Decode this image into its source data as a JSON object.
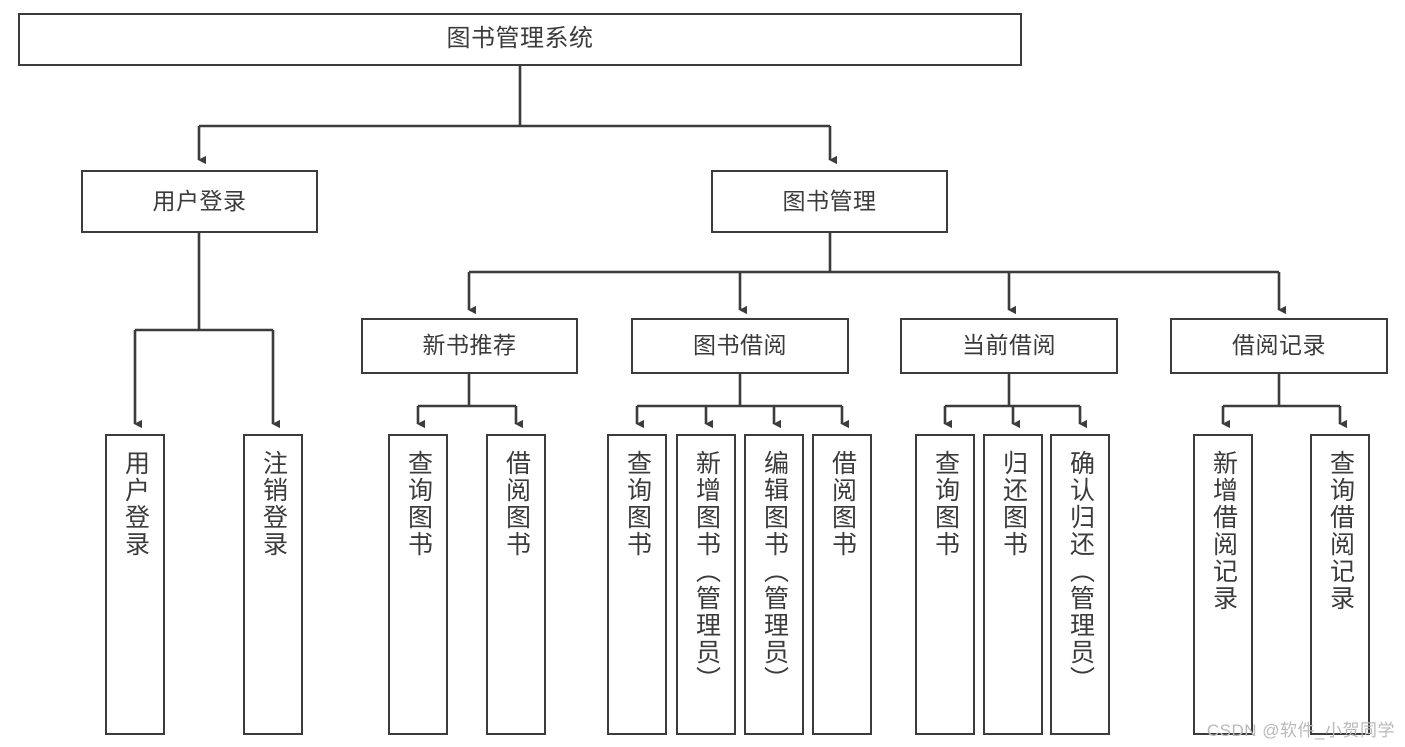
{
  "diagram": {
    "title": "图书管理系统",
    "watermark": "CSDN @软件_小贺同学",
    "root": {
      "label": "图书管理系统"
    },
    "level1": [
      {
        "label": "用户登录"
      },
      {
        "label": "图书管理"
      }
    ],
    "level2": [
      {
        "label": "新书推荐"
      },
      {
        "label": "图书借阅"
      },
      {
        "label": "当前借阅"
      },
      {
        "label": "借阅记录"
      }
    ],
    "leaves": {
      "user_login": [
        {
          "label": "用户登录"
        },
        {
          "label": "注销登录"
        }
      ],
      "new_book_recommend": [
        {
          "label": "查询图书"
        },
        {
          "label": "借阅图书"
        }
      ],
      "book_borrow": [
        {
          "label": "查询图书"
        },
        {
          "label": "新增图书（管理员）"
        },
        {
          "label": "编辑图书（管理员）"
        },
        {
          "label": "借阅图书"
        }
      ],
      "current_borrow": [
        {
          "label": "查询图书"
        },
        {
          "label": "归还图书"
        },
        {
          "label": "确认归还（管理员）"
        }
      ],
      "borrow_record": [
        {
          "label": "新增借阅记录"
        },
        {
          "label": "查询借阅记录"
        }
      ]
    },
    "colors": {
      "border": "#3c3c3c",
      "text": "#3b3b3b",
      "background": "#ffffff",
      "watermark": "#b9b9b9"
    }
  }
}
